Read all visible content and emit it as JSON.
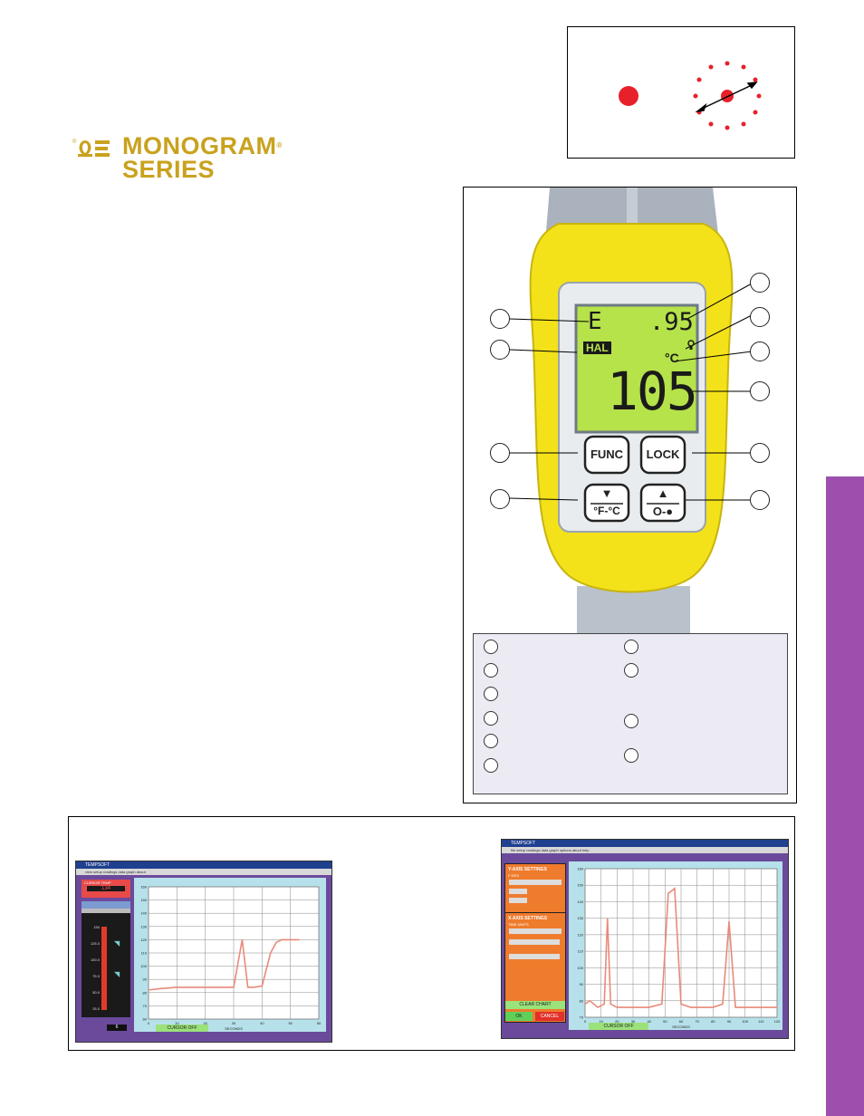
{
  "brand": {
    "logo_symbol": "ΩE",
    "line1": "MONOGRAM",
    "line2": "SERIES",
    "registered": "®",
    "color": "#c9a21e"
  },
  "laser_diagram": {
    "dot_color": "#e8202a"
  },
  "device": {
    "body_color": "#f3e21a",
    "lcd_color": "#b6e24a",
    "display": {
      "mode_char": "E",
      "emissivity": ".95",
      "mode_badge": "HAL",
      "unit": "°C",
      "reading": "105"
    },
    "buttons": {
      "func_label": "FUNC",
      "lock_label": "LOCK",
      "down_arrow": "▼",
      "unit_toggle": "°F-°C",
      "up_arrow": "▲",
      "laser_toggle": "O-●"
    }
  },
  "accent_purple": "#9d4fae",
  "screenshot_left": {
    "title_bar": "TEMPSOFT",
    "menu": "view  setup  readings  data  graph  about",
    "cursor_temp_label": "CURSOR TEMP",
    "cursor_temp_value": "134",
    "cursor_button": "CURSOR OFF",
    "x_axis_label": "SECONDS",
    "y_ticks": [
      "160",
      "150",
      "140",
      "130",
      "120",
      "110",
      "100",
      "90",
      "80",
      "70",
      "60"
    ],
    "x_ticks": [
      "0",
      "10",
      "20",
      "30",
      "40",
      "50",
      "60"
    ],
    "bar_ticks": [
      "150",
      "125.0",
      "100.0",
      "75.0",
      "50.0",
      "25.0"
    ],
    "side_value": "6",
    "chart_data": {
      "type": "line",
      "xlabel": "SECONDS",
      "ylabel": "",
      "xlim": [
        0,
        60
      ],
      "ylim": [
        60,
        160
      ],
      "series": [
        {
          "x": [
            0,
            4,
            10,
            18,
            25,
            30,
            33,
            35,
            37,
            40,
            43,
            45,
            47,
            50,
            53
          ],
          "y": [
            82,
            83,
            84,
            84,
            84,
            84,
            120,
            84,
            84,
            85,
            110,
            118,
            120,
            120,
            120
          ]
        }
      ]
    }
  },
  "screenshot_right": {
    "title_bar": "TEMPSOFT",
    "menu": "file  setup  readings  data  graph  options  about  help",
    "y_axis_title": "Y-AXIS SETTINGS",
    "y_field": "F DEG",
    "x_axis_title": "X-AXIS SETTINGS",
    "x_field": "TIME UNITS",
    "clear_chart": "CLEAR CHART",
    "ok": "OK",
    "cancel": "CANCEL",
    "cursor_button": "CURSOR OFF",
    "x_axis_label": "SECONDS",
    "y_ticks": [
      "160",
      "150",
      "140",
      "130",
      "120",
      "110",
      "100",
      "90",
      "80",
      "70"
    ],
    "x_ticks": [
      "0",
      "10",
      "20",
      "30",
      "40",
      "50",
      "60",
      "70",
      "80",
      "90",
      "100",
      "110",
      "120"
    ],
    "chart_data": {
      "type": "line",
      "xlabel": "SECONDS",
      "ylabel": "",
      "xlim": [
        0,
        120
      ],
      "ylim": [
        70,
        160
      ],
      "series": [
        {
          "x": [
            0,
            3,
            8,
            12,
            14,
            16,
            20,
            30,
            40,
            48,
            52,
            56,
            60,
            66,
            72,
            80,
            86,
            90,
            94,
            100,
            110,
            120
          ],
          "y": [
            78,
            80,
            76,
            78,
            130,
            78,
            76,
            76,
            76,
            78,
            145,
            148,
            78,
            76,
            76,
            76,
            78,
            128,
            76,
            76,
            76,
            76
          ]
        }
      ]
    }
  }
}
